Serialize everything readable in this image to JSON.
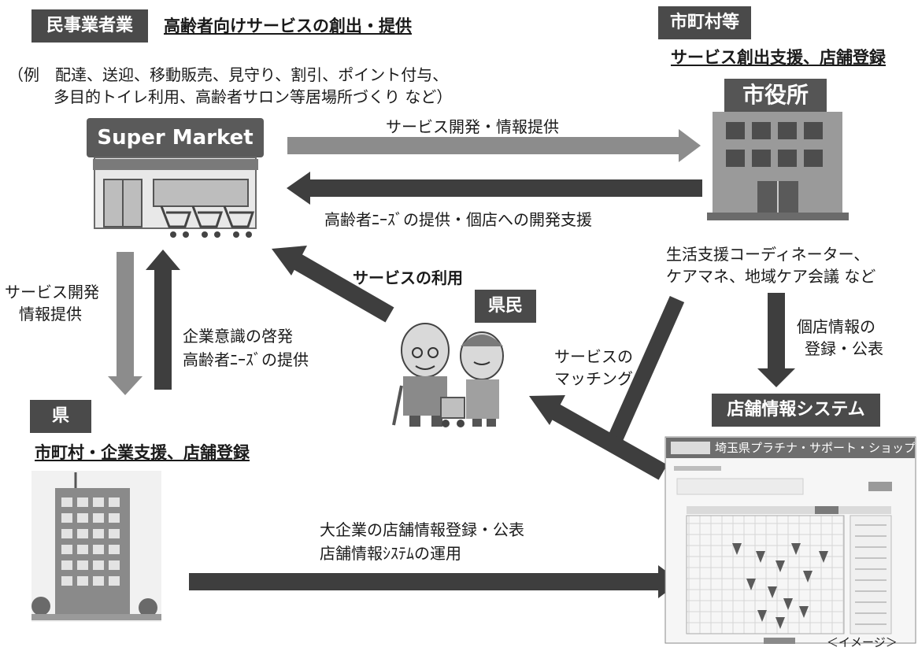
{
  "private": {
    "tag": "民事業者業",
    "title": "高齢者向けサービスの創出・提供",
    "example_line1": "（例　配達、送迎、移動販売、見守り、割引、ポイント付与、",
    "example_line2": "多目的トイレ利用、高齢者サロン等居場所づくり  など）",
    "store_sign": "Super Market"
  },
  "municipality": {
    "tag": "市町村等",
    "title": "サービス創出支援、店舗登録",
    "building_sign": "市役所",
    "staff_line1": "生活支援コーディネーター、",
    "staff_line2": "ケアマネ、地域ケア会議  など"
  },
  "prefecture": {
    "tag": "県",
    "title": "市町村・企業支援、店舗登録"
  },
  "residents": {
    "tag": "県民"
  },
  "system": {
    "tag": "店舗情報システム",
    "header": "埼玉県プラチナ・サポート・ショップ",
    "caption": "＜イメージ＞"
  },
  "arrows": {
    "private_to_muni": "サービス開発・情報提供",
    "muni_to_private": "高齢者ﾆｰｽﾞの提供・個店への開発支援",
    "private_to_pref_line1": "サービス開発",
    "private_to_pref_line2": "情報提供",
    "pref_to_private_line1": "企業意識の啓発",
    "pref_to_private_line2": "高齢者ﾆｰｽﾞの提供",
    "residents_use": "サービスの利用",
    "matching_line1": "サービスの",
    "matching_line2": "マッチング",
    "muni_to_system_line1": "個店情報の",
    "muni_to_system_line2": "登録・公表",
    "pref_to_system_line1": "大企業の店舗情報登録・公表",
    "pref_to_system_line2": "店舗情報ｼｽﾃﾑの運用"
  }
}
